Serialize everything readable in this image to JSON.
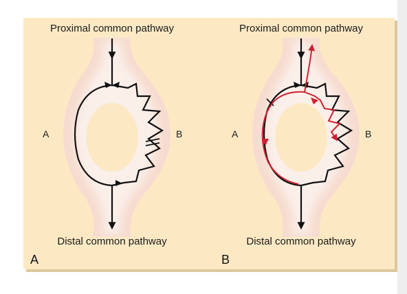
{
  "colors": {
    "panel_bg": "#FCE9C4",
    "frame_shadow": "#DCC89E",
    "right_strip": "#EEEEEE",
    "tissue_fill": "#F6DCD0",
    "tissue_glow": "#FFFFFF",
    "pathway": "#111111",
    "reentry": "#CC2233"
  },
  "panels": [
    {
      "id": "A",
      "letter": "A",
      "top_label": "Proximal common pathway",
      "bottom_label": "Distal common pathway",
      "left_limb": "A",
      "right_limb": "B"
    },
    {
      "id": "B",
      "letter": "B",
      "top_label": "Proximal common pathway",
      "bottom_label": "Distal common pathway",
      "left_limb": "A",
      "right_limb": "B"
    }
  ]
}
